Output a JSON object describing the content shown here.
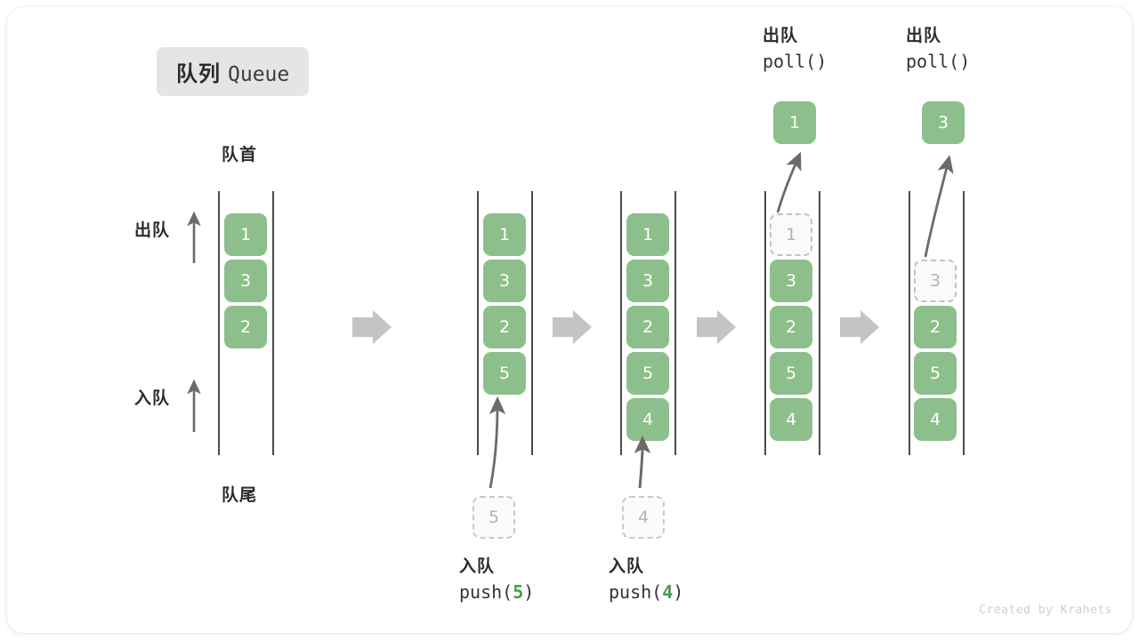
{
  "title": {
    "cn": "队列",
    "en": "Queue"
  },
  "labels": {
    "head": "队首",
    "tail": "队尾",
    "dequeue": "出队",
    "enqueue": "入队"
  },
  "credit": "Created by Krahets",
  "colors": {
    "cell_green": "#8cbf8b",
    "cell_text": "#ffffff",
    "ghost_border": "#c2c2c2",
    "ghost_text": "#b4b4b4",
    "rail": "#4a4a4a",
    "flow_arrow": "#c4c4c4",
    "thin_arrow": "#6b6b6b",
    "badge_bg": "#e5e5e5",
    "accent_green": "#4a9c4a",
    "credit": "#cfcfcf"
  },
  "operations": [
    {
      "id": "push5",
      "cn": "入队",
      "fn": "push(",
      "arg": "5",
      "close": ")"
    },
    {
      "id": "push4",
      "cn": "入队",
      "fn": "push(",
      "arg": "4",
      "close": ")"
    },
    {
      "id": "poll1",
      "cn": "出队",
      "fn": "poll()",
      "arg": "",
      "close": ""
    },
    {
      "id": "poll2",
      "cn": "出队",
      "fn": "poll()",
      "arg": "",
      "close": ""
    }
  ],
  "columns": [
    {
      "id": "state-0",
      "cells": [
        "1",
        "3",
        "2"
      ],
      "ghost": null,
      "pending": null,
      "ejected": null
    },
    {
      "id": "state-1",
      "cells": [
        "1",
        "3",
        "2",
        "5"
      ],
      "ghost": null,
      "pending": "5",
      "ejected": null
    },
    {
      "id": "state-2",
      "cells": [
        "1",
        "3",
        "2",
        "5",
        "4"
      ],
      "ghost": null,
      "pending": "4",
      "ejected": null
    },
    {
      "id": "state-3",
      "cells": [
        "3",
        "2",
        "5",
        "4"
      ],
      "ghost": "1",
      "pending": null,
      "ejected": "1"
    },
    {
      "id": "state-4",
      "cells": [
        "2",
        "5",
        "4"
      ],
      "ghost": "3",
      "pending": null,
      "ejected": "3"
    }
  ],
  "chart_data": {
    "type": "diagram",
    "title": "队列 Queue",
    "description": "Queue operations shown as five successive states separated by flow arrows.",
    "states": [
      {
        "step": 0,
        "contents": [
          "1",
          "3",
          "2"
        ],
        "operation": null
      },
      {
        "step": 1,
        "contents": [
          "1",
          "3",
          "2",
          "5"
        ],
        "operation": "push(5)"
      },
      {
        "step": 2,
        "contents": [
          "1",
          "3",
          "2",
          "5",
          "4"
        ],
        "operation": "push(4)"
      },
      {
        "step": 3,
        "contents": [
          "3",
          "2",
          "5",
          "4"
        ],
        "operation": "poll()",
        "removed": "1"
      },
      {
        "step": 4,
        "contents": [
          "2",
          "5",
          "4"
        ],
        "operation": "poll()",
        "removed": "3"
      }
    ],
    "annotations": [
      "队首",
      "队尾",
      "出队",
      "入队"
    ]
  }
}
